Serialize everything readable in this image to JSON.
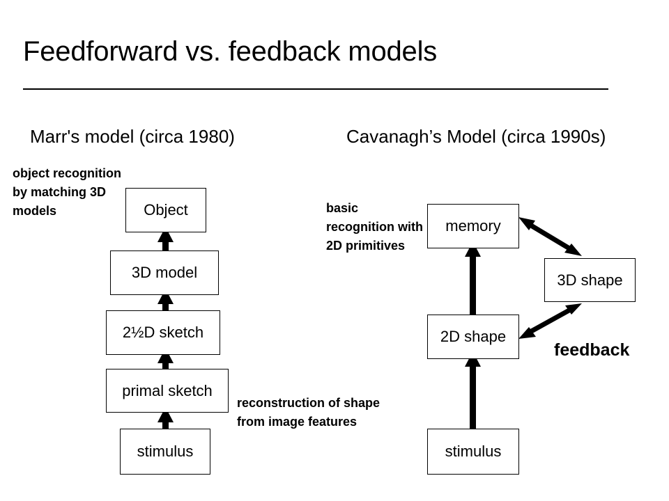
{
  "slide": {
    "title": "Feedforward vs. feedback models",
    "background_color": "#ffffff",
    "ink_color": "#000000"
  },
  "columns": {
    "left": {
      "heading": "Marr's model (circa 1980)",
      "annotations": {
        "top": "object recognition by matching 3D models",
        "bottom": "reconstruction of shape from image features"
      },
      "nodes": [
        {
          "id": "object",
          "label": "Object"
        },
        {
          "id": "3d-model",
          "label": "3D model"
        },
        {
          "id": "25d-sketch",
          "label": "2½D sketch"
        },
        {
          "id": "primal-sketch",
          "label": "primal sketch"
        },
        {
          "id": "stimulus",
          "label": "stimulus"
        }
      ],
      "flow": "stimulus → primal sketch → 2½D sketch → 3D model → Object"
    },
    "right": {
      "heading": "Cavanagh’s Model (circa 1990s)",
      "annotations": {
        "top": "basic recognition with 2D primitives"
      },
      "feedback_label": "feedback",
      "nodes": [
        {
          "id": "memory",
          "label": "memory"
        },
        {
          "id": "3d-shape",
          "label": "3D shape"
        },
        {
          "id": "2d-shape",
          "label": "2D shape"
        },
        {
          "id": "stimulus",
          "label": "stimulus"
        }
      ],
      "flow": "stimulus → 2D shape → memory; memory ↔ 3D shape ↔ 2D shape"
    }
  },
  "icons": {
    "arrow_up": "up-arrow-icon",
    "arrow_double": "double-headed-arrow-icon"
  }
}
